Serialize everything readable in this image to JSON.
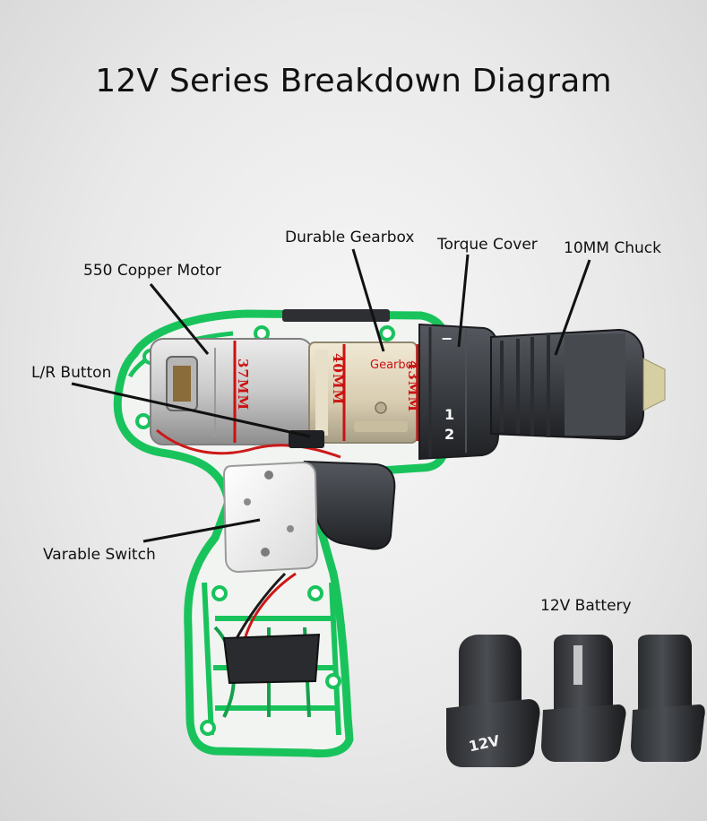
{
  "title": "12V Series Breakdown Diagram",
  "labels": {
    "durable_gearbox": "Durable Gearbox",
    "torque_cover": "Torque Cover",
    "chuck": "10MM Chuck",
    "motor": "550 Copper Motor",
    "lr_button": "L/R Button",
    "variable_switch": "Varable Switch",
    "battery": "12V Battery"
  },
  "dimensions": {
    "d37": "37MM",
    "d40": "40MM",
    "d43": "43MM",
    "gearbox_tag": "Gearbox"
  },
  "torque_marks": {
    "minus": "−",
    "one": "1",
    "two": "2"
  },
  "battery_badge": "12V",
  "colors": {
    "housing_green": "#19c35c",
    "body_dark": "#3a3d42",
    "dimension_red": "#cc1111"
  }
}
